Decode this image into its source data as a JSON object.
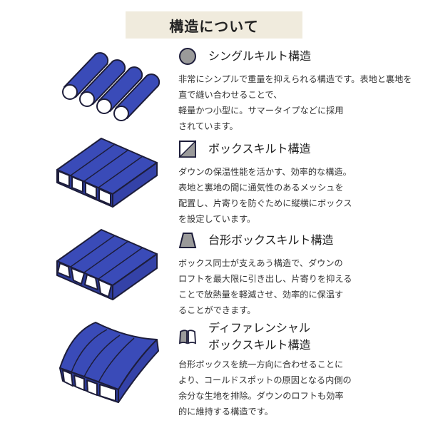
{
  "header": {
    "title": "構造について"
  },
  "sections": [
    {
      "title": "シングルキルト構造",
      "icon": "circle-cross-section-icon",
      "description": "非常にシンプルで重量を抑えられる構造です。表地と裏地を直で縫い合わせることで、\n軽量かつ小型に。サマータイプなどに採用\nされています。"
    },
    {
      "title": "ボックスキルト構造",
      "icon": "square-cross-section-icon",
      "description": "ダウンの保温性能を活かす、効率的な構造。\n表地と裏地の間に通気性のあるメッシュを\n配置し、片寄りを防ぐために縦横にボックス\nを設定しています。"
    },
    {
      "title": "台形ボックスキルト構造",
      "icon": "trapezoid-cross-section-icon",
      "description": "ボックス同士が支えあう構造で、ダウンの\nロフトを最大限に引き出し、片寄りを抑える\nことで放熱量を軽減させ、効率的に保温す\nることができます。"
    },
    {
      "title": "ディファレンシャル\nボックスキルト構造",
      "icon": "curved-trapezoid-cross-section-icon",
      "description": "台形ボックスを統一方向に合わせることに\nより、コールドスポットの原因となる内側の\n余分な生地を排除。ダウンのロフトも効率\n的に維持する構造です。"
    }
  ],
  "colors": {
    "fabric_top": "#3a4bb8",
    "fabric_front": "#2c3a98",
    "fabric_edge": "#1d1d3a",
    "liner": "#ffffff",
    "header_bg": "#f0ebdd",
    "icon_fill": "#9a9a9a"
  }
}
